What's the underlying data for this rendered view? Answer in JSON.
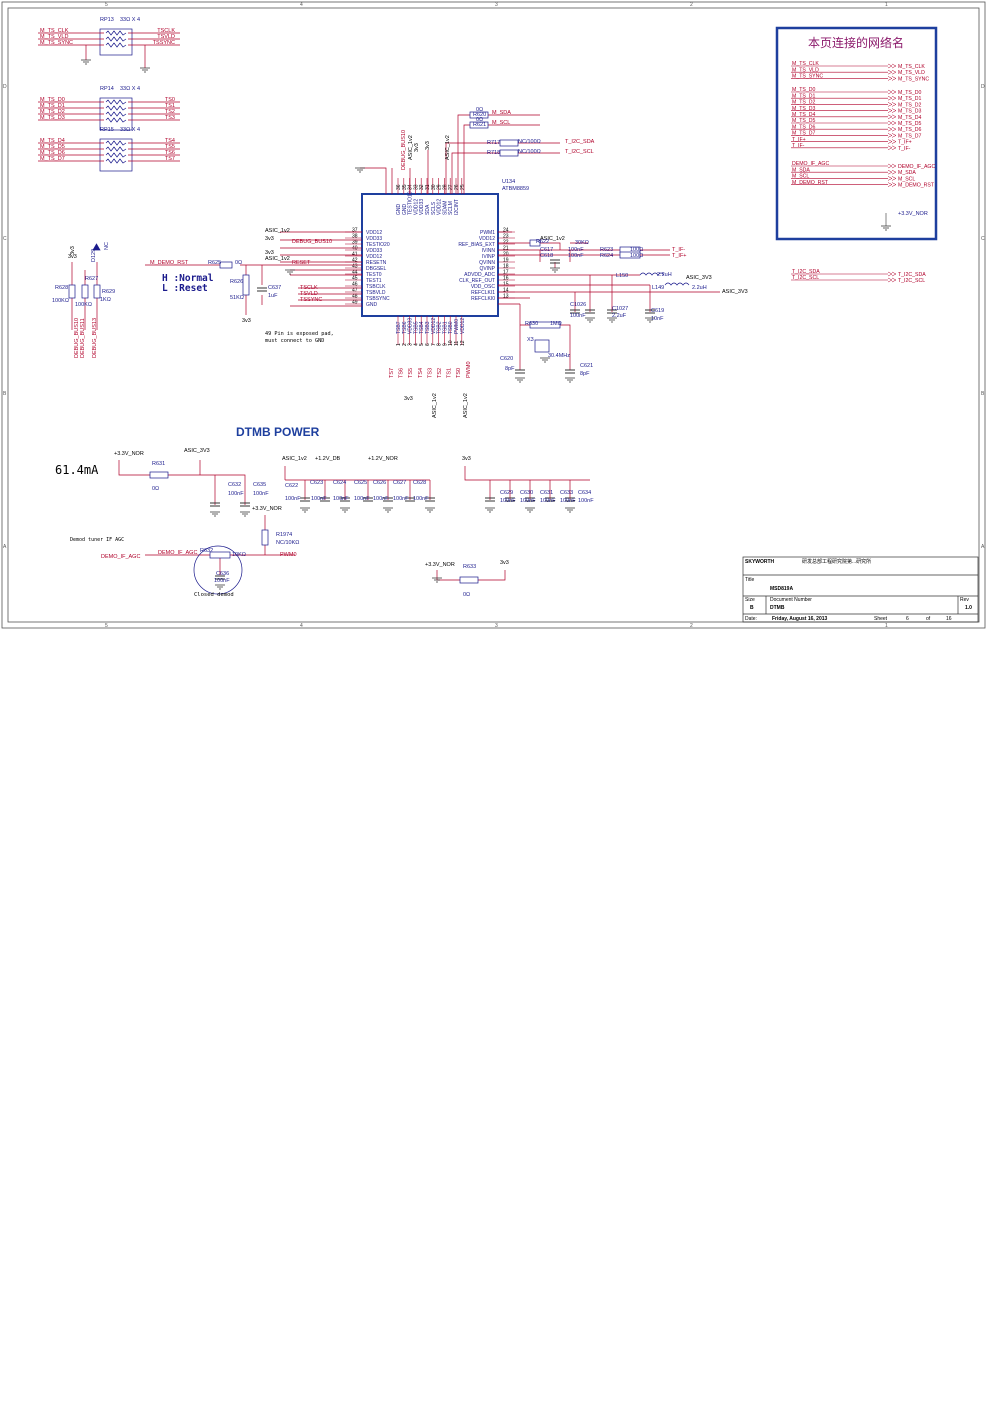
{
  "colors": {
    "frame": "#555555",
    "wire": "#b0002a",
    "part": "#1a1a8c",
    "box": "#1e3f9e",
    "net": "#c0003a",
    "netbox": "#8b1a6b"
  },
  "frame": {
    "cols_top": [
      "5",
      "4",
      "3",
      "2",
      "1"
    ],
    "cols_bottom": [
      "5",
      "4",
      "3",
      "2",
      "1"
    ],
    "rows": [
      "D",
      "C",
      "B",
      "A"
    ]
  },
  "rp13": {
    "ref": "RP13",
    "value": "33Ω X 4",
    "in": [
      "M_TS_CLK",
      "M_TS_VLD",
      "M_TS_SYNC"
    ],
    "out": [
      "TSCLK",
      "TSVLD",
      "TSSYNC"
    ]
  },
  "rp14": {
    "ref": "RP14",
    "value": "33Ω X 4",
    "in": [
      "M_TS_D0",
      "M_TS_D1",
      "M_TS_D2",
      "M_TS_D3"
    ],
    "out": [
      "TS0",
      "TS1",
      "TS2",
      "TS3"
    ]
  },
  "rp15": {
    "ref": "RP15",
    "value": "33Ω X 4",
    "in": [
      "M_TS_D4",
      "M_TS_D5",
      "M_TS_D6",
      "M_TS_D7"
    ],
    "out": [
      "TS4",
      "TS5",
      "TS6",
      "TS7"
    ]
  },
  "netbox": {
    "title": "本页连接的网络名",
    "pairs1": [
      [
        "M_TS_CLK",
        "M_TS_CLK"
      ],
      [
        "M_TS_VLD",
        "M_TS_VLD"
      ],
      [
        "M_TS_SYNC",
        "M_TS_SYNC"
      ]
    ],
    "pairs2": [
      [
        "M_TS_D0",
        "M_TS_D0"
      ],
      [
        "M_TS_D1",
        "M_TS_D1"
      ],
      [
        "M_TS_D2",
        "M_TS_D2"
      ],
      [
        "M_TS_D3",
        "M_TS_D3"
      ],
      [
        "M_TS_D4",
        "M_TS_D4"
      ],
      [
        "M_TS_D5",
        "M_TS_D5"
      ],
      [
        "M_TS_D6",
        "M_TS_D6"
      ],
      [
        "M_TS_D7",
        "M_TS_D7"
      ],
      [
        "T_IF+",
        "T_IF+"
      ],
      [
        "T_IF-",
        "T_IF-"
      ]
    ],
    "pairs3": [
      [
        "DEMO_IF_AGC",
        "DEMO_IF_AGC"
      ],
      [
        "M_SDA",
        "M_SDA"
      ],
      [
        "M_SCL",
        "M_SCL"
      ],
      [
        "M_DEMO_RST",
        "M_DEMO_RST"
      ]
    ],
    "pwr": "+3.3V_NOR"
  },
  "i2c_out": {
    "pairs": [
      [
        "T_I2C_SDA",
        "T_I2C_SDA"
      ],
      [
        "T_I2C_SCL",
        "T_I2C_SCL"
      ]
    ]
  },
  "chip": {
    "ref": "U134",
    "part": "ATBM8859",
    "left": [
      [
        "37",
        "VDD12"
      ],
      [
        "38",
        "VDD33"
      ],
      [
        "39",
        "TESTIO20"
      ],
      [
        "40",
        "VDD33"
      ],
      [
        "41",
        "VDD12"
      ],
      [
        "42",
        "RESETN"
      ],
      [
        "43",
        "DBGSEL"
      ],
      [
        "44",
        "TEST0"
      ],
      [
        "45",
        "TEST1"
      ],
      [
        "46",
        "TSBCLK"
      ],
      [
        "47",
        "TSBVLD"
      ],
      [
        "48",
        "TSBSYNC"
      ],
      [
        "49",
        "GND"
      ]
    ],
    "right": [
      [
        "24",
        "PWM1"
      ],
      [
        "23",
        "VDD12"
      ],
      [
        "22",
        "REF_BIAS_EXT"
      ],
      [
        "21",
        "IVINN"
      ],
      [
        "20",
        "IVINP"
      ],
      [
        "19",
        "QVINN"
      ],
      [
        "18",
        "QVINP"
      ],
      [
        "17",
        "ADVDD_ADC"
      ],
      [
        "16",
        "CLK_REF_OUT"
      ],
      [
        "15",
        "VDD_OSC"
      ],
      [
        "14",
        "REFCLKI1"
      ],
      [
        "13",
        "REFCLKI0"
      ]
    ],
    "top": [
      [
        "36",
        "GND"
      ],
      [
        "35",
        "GND"
      ],
      [
        "34",
        "TESTIO19"
      ],
      [
        "33",
        "VDD12"
      ],
      [
        "32",
        "VDD33"
      ],
      [
        "31",
        "SDA"
      ],
      [
        "30",
        "SCLS"
      ],
      [
        "29",
        "VDD12"
      ],
      [
        "28",
        "SDAM"
      ],
      [
        "27",
        "SCLM"
      ],
      [
        "26",
        "I2CINT"
      ],
      [
        "25",
        ""
      ]
    ],
    "bottom": [
      [
        "1",
        "TSB7"
      ],
      [
        "2",
        "TSB6"
      ],
      [
        "3",
        "VDD33"
      ],
      [
        "4",
        "TSB5"
      ],
      [
        "5",
        "TSB4"
      ],
      [
        "6",
        "TSB3"
      ],
      [
        "7",
        "VDD12"
      ],
      [
        "8",
        "TSB2"
      ],
      [
        "9",
        "TSB1"
      ],
      [
        "10",
        "TSB0"
      ],
      [
        "11",
        "PWM0"
      ],
      [
        "12",
        "VDD12"
      ]
    ]
  },
  "labels": {
    "r620": "R620",
    "r620v": "0Ω",
    "r621": "R621",
    "r621v": "0Ω",
    "m_sda": "M_SDA",
    "m_scl": "M_SCL",
    "r717": "R717",
    "r717v": "NC/100Ω",
    "r718": "R718",
    "r718v": "NC/100Ω",
    "t_i2c_sda": "T_I2C_SDA",
    "t_i2c_scl": "T_I2C_SCL",
    "debug_bus10": "DEBUG_BUS10",
    "asic_1v2": "ASIC_1v2",
    "v3v3": "3v3",
    "r622": "R622",
    "r622v": "30KΩ",
    "c617": "C617",
    "c617v": "100nF",
    "c618": "C618",
    "c618v": "100nF",
    "r623": "R623",
    "r623v": "100Ω",
    "r624": "R624",
    "r624v": "100Ω",
    "tif_p": "T_IF+",
    "tif_m": "T_IF-",
    "l150": "L150",
    "l150v": "2.2uH",
    "l149": "L149",
    "l149v": "2.2uH",
    "asic_3v3": "ASIC_3V3",
    "c1026": "C1026",
    "c1026v": "100nF",
    "c1027": "C1027",
    "c1027v": "2.2uF",
    "c619": "C619",
    "c619v": "10nF",
    "r630": "R630",
    "r630v": "1MΩ",
    "x3": "X3",
    "xtal": "30.4MHz",
    "c620": "C620",
    "c620v": "8pF",
    "c621": "C621",
    "c621v": "8pF",
    "m_demo_rst": "M_DEMO_RST",
    "r625": "R625",
    "r625v": "0Ω",
    "reset": "RESET",
    "r626": "R626",
    "r626v": "51KΩ",
    "c637": "C637",
    "c637v": "1uF",
    "debug_bus10b": "DEBUG_BUS10",
    "tsclk": "TSCLK",
    "tsvld": "TSVLD",
    "tssync": "TSSYNC",
    "hnormal": "H :Normal",
    "lreset": "L :Reset",
    "epad1": "49 Pin is exposed pad,",
    "epad2": "must connect to GND",
    "r628": "R628",
    "r628v": "100KΩ",
    "r627": "R627",
    "r627v": "100KΩ",
    "r629": "R629",
    "r629v": "1KΩ",
    "d129": "D129",
    "nc": "NC",
    "dbg10": "DEBUG_BUS10",
    "dbg11": "DEBUG_BUS11",
    "dbg13": "DEBUG_BUS13",
    "ts_bot": [
      "TS7",
      "TS6",
      "TS5",
      "TS4",
      "TS3",
      "TS2",
      "TS1",
      "TS0",
      "PWM0"
    ],
    "dtmb_power": "DTMB POWER",
    "current": "61.4mA",
    "p33nor": "+3.3V_NOR",
    "r631": "R631",
    "r631v": "0Ω",
    "asic3v3b": "ASIC_3V3",
    "c632": "C632",
    "c632v": "100nF",
    "c635": "C635",
    "c635v": "100nF",
    "asic1v2c": "ASIC_1v2",
    "p12db": "+1.2V_DB",
    "p12nor": "+1.2V_NOR",
    "c622": "C622",
    "c623": "C623",
    "c624": "C624",
    "c625": "C625",
    "c626": "C626",
    "c627": "C627",
    "c628": "C628",
    "c100n": "100nF",
    "v3v3c": "3v3",
    "c629": "C629",
    "c630": "C630",
    "c631": "C631",
    "c633": "C633",
    "c634": "C634",
    "p33nor2": "+3.3V_NOR",
    "r1974": "R1974",
    "r1974v": "NC/10KΩ",
    "agc_title": "Demod tuner IF AGC",
    "demo_if_agc": "DEMO_IF_AGC",
    "demo_if_agc2": "DEMO_IF_AGC",
    "r632": "R632",
    "r632v": "10KΩ",
    "pwm0": "PWM0",
    "c636": "C636",
    "c636v": "100nF",
    "closed": "Closed demod",
    "p33nor3": "+3.3V_NOR",
    "r633": "R633",
    "r633v": "0Ω",
    "v3v3d": "3v3"
  },
  "titleblock": {
    "company": "SKYWORTH",
    "dept": "研发总部工程研究院第...研究所",
    "title_label": "Title",
    "title": "MSD819A",
    "size_label": "Size",
    "size": "B",
    "docnum_label": "Document Number",
    "docnum": "DTMB",
    "rev_label": "Rev",
    "rev": "1.0",
    "date_label": "Date:",
    "date": "Friday, August 16, 2013",
    "sheet_label": "Sheet",
    "sheet": "6",
    "of_label": "of",
    "of": "16"
  }
}
